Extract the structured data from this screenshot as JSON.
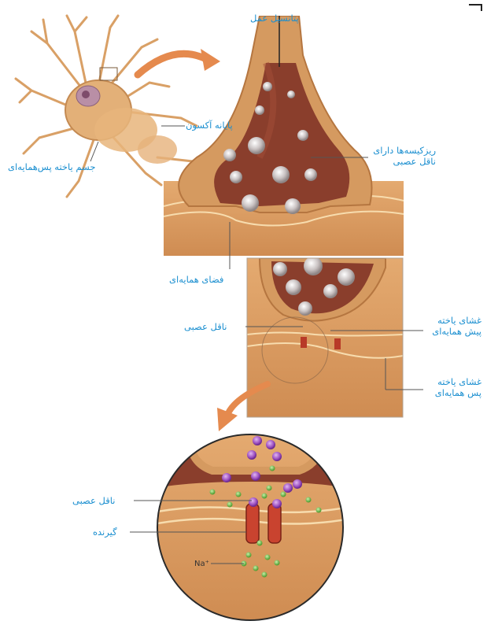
{
  "labels": {
    "action_potential": "پتانسیل عمل",
    "axon_terminal": "پایانه آکسون",
    "postsynaptic_cell_body": "جسم یاخته پس‌همایه‌ای",
    "vesicles_with_neurotransmitter": "ریزکیسه‌ها دارای ناقل عصبی",
    "synaptic_cleft": "فضای همایه‌ای",
    "neurotransmitter_mid": "ناقل عصبی",
    "presynaptic_membrane": "غشای یاخته پیش همایه‌ای",
    "postsynaptic_membrane": "غشای یاخته پس همایه‌ای",
    "neurotransmitter_bottom": "ناقل عصبی",
    "receptor": "گیرنده",
    "sodium_ion": "Na⁺"
  },
  "colors": {
    "label_blue": "#1b8fd0",
    "tissue": "#d99a5e",
    "tissue_dark": "#b8743e",
    "cytoplasm": "#8a3e2c",
    "vesicle": "#c9c2c2",
    "neurotransmitter": "#9b4fc0",
    "sodium": "#6bc04a",
    "receptor": "#c9432f",
    "arrow": "#e58a4e"
  }
}
